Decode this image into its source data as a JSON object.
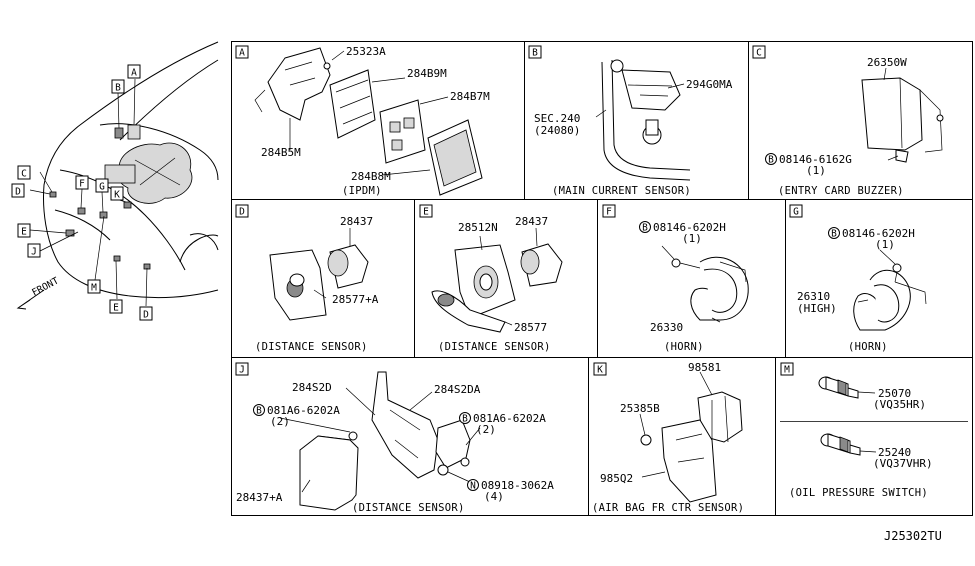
{
  "diagram_id": "J25302TU",
  "overview": {
    "callouts": [
      "A",
      "B",
      "C",
      "D",
      "E",
      "F",
      "G",
      "J",
      "K",
      "M",
      "E",
      "D"
    ],
    "front_label": "FRONT"
  },
  "panels": {
    "A": {
      "letter": "A",
      "parts": [
        "25323A",
        "284B9M",
        "284B7M",
        "284B5M",
        "284B8M"
      ],
      "caption": "(IPDM)"
    },
    "B": {
      "letter": "B",
      "parts": [
        "294G0MA",
        "SEC.240",
        "(24080)"
      ],
      "caption": "(MAIN CURRENT SENSOR)"
    },
    "C": {
      "letter": "C",
      "parts": [
        "26350W",
        "08146-6162G",
        "(1)"
      ],
      "caption": "(ENTRY CARD BUZZER)"
    },
    "D": {
      "letter": "D",
      "parts": [
        "28437",
        "28577+A"
      ],
      "caption": "(DISTANCE SENSOR)"
    },
    "E": {
      "letter": "E",
      "parts": [
        "28512N",
        "28437",
        "28577"
      ],
      "caption": "(DISTANCE SENSOR)"
    },
    "F": {
      "letter": "F",
      "parts": [
        "08146-6202H",
        "(1)",
        "26330"
      ],
      "caption": "(HORN)"
    },
    "G": {
      "letter": "G",
      "parts": [
        "08146-6202H",
        "(1)",
        "26310",
        "(HIGH)"
      ],
      "caption": "(HORN)"
    },
    "J": {
      "letter": "J",
      "parts": [
        "284S2D",
        "284S2DA",
        "081A6-6202A",
        "(2)",
        "081A6-6202A",
        "(2)",
        "08918-3062A",
        "(4)",
        "28437+A"
      ],
      "caption": "(DISTANCE SENSOR)"
    },
    "K": {
      "letter": "K",
      "parts": [
        "98581",
        "25385B",
        "985Q2"
      ],
      "caption": "(AIR BAG FR CTR SENSOR)"
    },
    "M": {
      "letter": "M",
      "parts": [
        "25070",
        "(VQ35HR)",
        "25240",
        "(VQ37VHR)"
      ],
      "caption": "(OIL PRESSURE SWITCH)"
    }
  },
  "bolt_marks": {
    "b": "B",
    "n": "N"
  }
}
